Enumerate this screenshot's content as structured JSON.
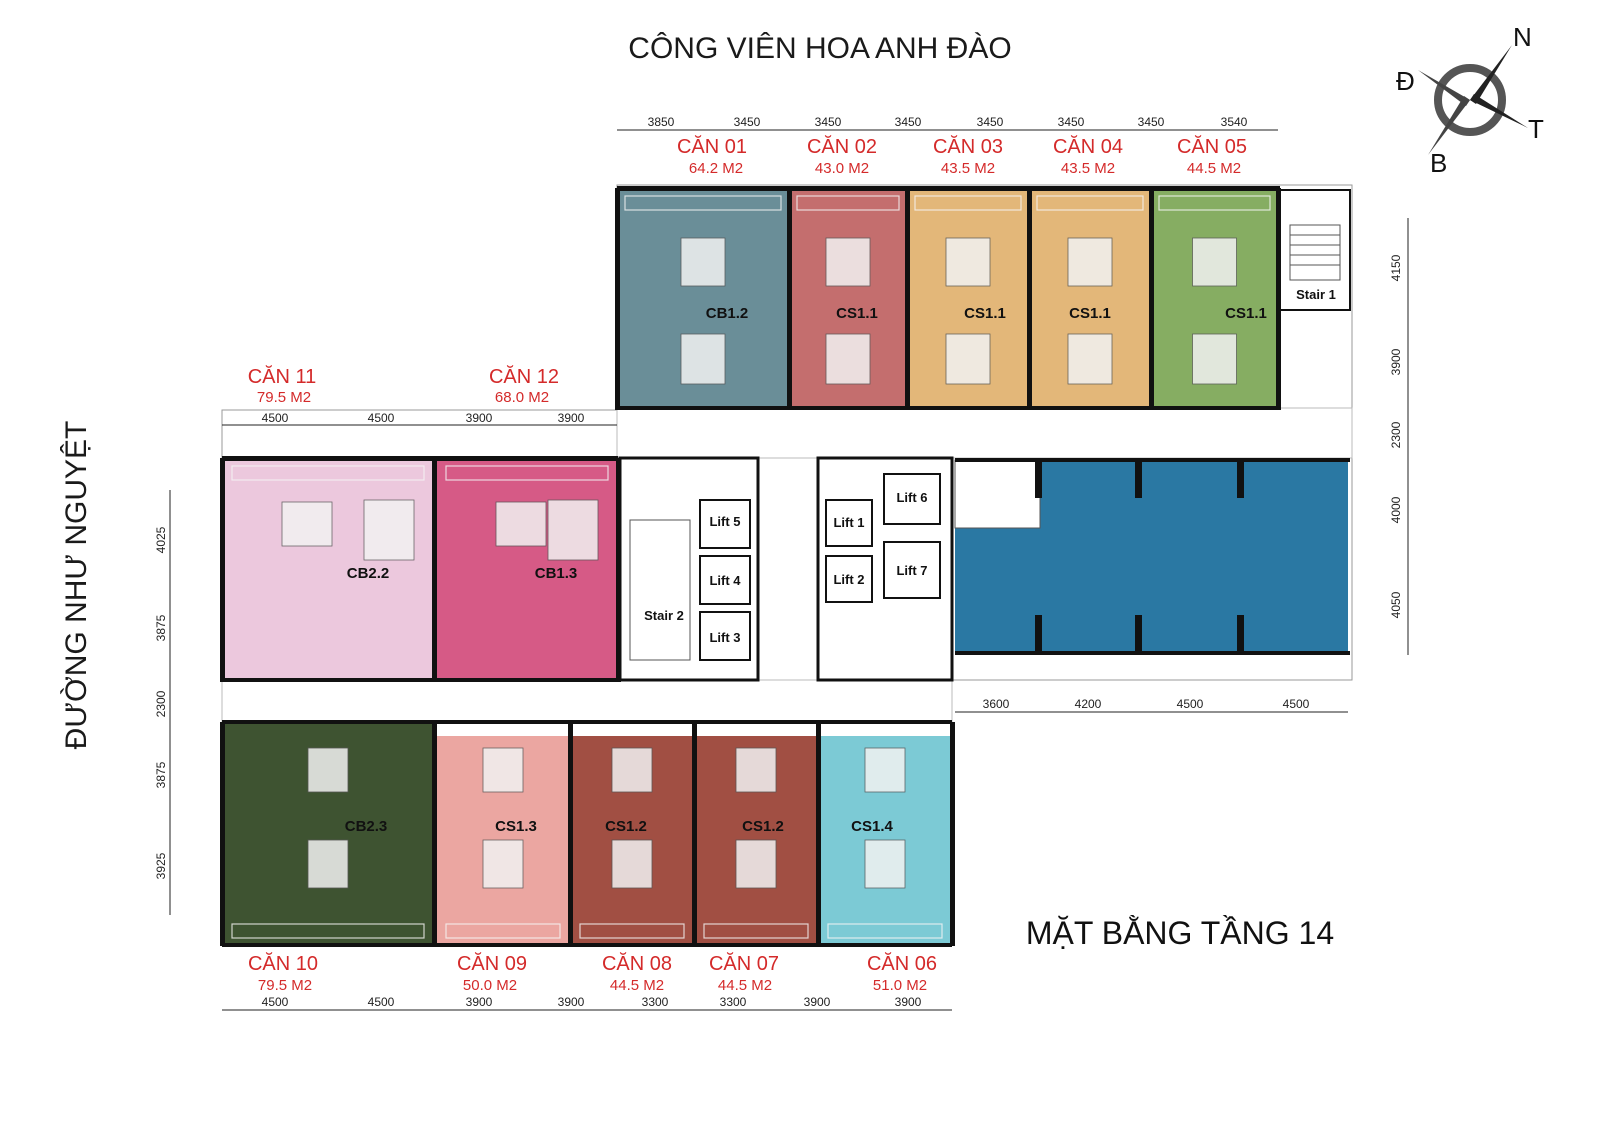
{
  "park_label": "CÔNG VIÊN HOA  ANH ĐÀO",
  "street_label": "ĐƯỜNG NHƯ NGUYỆT",
  "floor_title": "MẶT BẰNG TẦNG 14",
  "compass": {
    "north": "N",
    "east": "Đ",
    "west": "T",
    "south": "B"
  },
  "units": [
    {
      "name": "CĂN 01",
      "area": "64.2 M2",
      "type": "CB1.2",
      "color": "#6a8e98"
    },
    {
      "name": "CĂN 02",
      "area": "43.0 M2",
      "type": "CS1.1",
      "color": "#c46e6e"
    },
    {
      "name": "CĂN 03",
      "area": "43.5 M2",
      "type": "CS1.1",
      "color": "#e3b779"
    },
    {
      "name": "CĂN 04",
      "area": "43.5 M2",
      "type": "CS1.1",
      "color": "#e3b779"
    },
    {
      "name": "CĂN 05",
      "area": "44.5 M2",
      "type": "CS1.1",
      "color": "#86ad62"
    },
    {
      "name": "CĂN 06",
      "area": "51.0 M2",
      "type": "CS1.4",
      "color": "#7ccad5"
    },
    {
      "name": "CĂN 07",
      "area": "44.5 M2",
      "type": "CS1.2",
      "color": "#a14f43"
    },
    {
      "name": "CĂN 08",
      "area": "44.5 M2",
      "type": "CS1.2",
      "color": "#a14f43"
    },
    {
      "name": "CĂN 09",
      "area": "50.0 M2",
      "type": "CS1.3",
      "color": "#eba6a1"
    },
    {
      "name": "CĂN 10",
      "area": "79.5 M2",
      "type": "CB2.3",
      "color": "#3e5331"
    },
    {
      "name": "CĂN 11",
      "area": "79.5 M2",
      "type": "CB2.2",
      "color": "#ecc8dd"
    },
    {
      "name": "CĂN 12",
      "area": "68.0 M2",
      "type": "CB1.3",
      "color": "#d65a86"
    }
  ],
  "core": {
    "stair1": "Stair 1",
    "stair2": "Stair 2",
    "lift1": "Lift 1",
    "lift2": "Lift 2",
    "lift3": "Lift 3",
    "lift4": "Lift 4",
    "lift5": "Lift 5",
    "lift6": "Lift 6",
    "lift7": "Lift 7"
  },
  "commercial_color": "#2a78a3",
  "dimensions": {
    "top": [
      "3850",
      "3450",
      "3450",
      "3450",
      "3450",
      "3450",
      "3450",
      "3540"
    ],
    "mid_left": [
      "4500",
      "4500",
      "3900",
      "3900"
    ],
    "right_side": [
      "4150",
      "3900",
      "2300",
      "4000",
      "4050"
    ],
    "commercial_bottom": [
      "3600",
      "4200",
      "4500",
      "4500"
    ],
    "left_side": [
      "4025",
      "3875",
      "2300",
      "3875",
      "3925"
    ],
    "bottom": [
      "4500",
      "4500",
      "3900",
      "3900",
      "3300",
      "3300",
      "3900",
      "3900"
    ]
  }
}
